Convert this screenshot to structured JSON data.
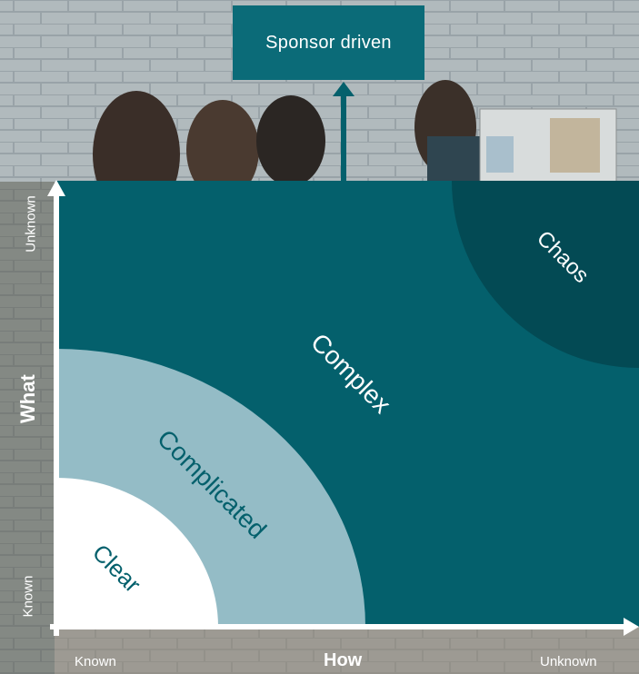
{
  "diagram": {
    "sponsor_label": "Sponsor driven",
    "y_axis": {
      "title": "What",
      "low": "Known",
      "high": "Unknown"
    },
    "x_axis": {
      "title": "How",
      "low": "Known",
      "high": "Unknown"
    },
    "domains": {
      "clear": "Clear",
      "complicated": "Complicated",
      "complex": "Complex",
      "chaos": "Chaos"
    },
    "colors": {
      "complex": "#04606c",
      "complicated": "#94bcc6",
      "clear": "#ffffff",
      "chaos": "#034a54",
      "sponsor": "#0b6b78"
    }
  }
}
